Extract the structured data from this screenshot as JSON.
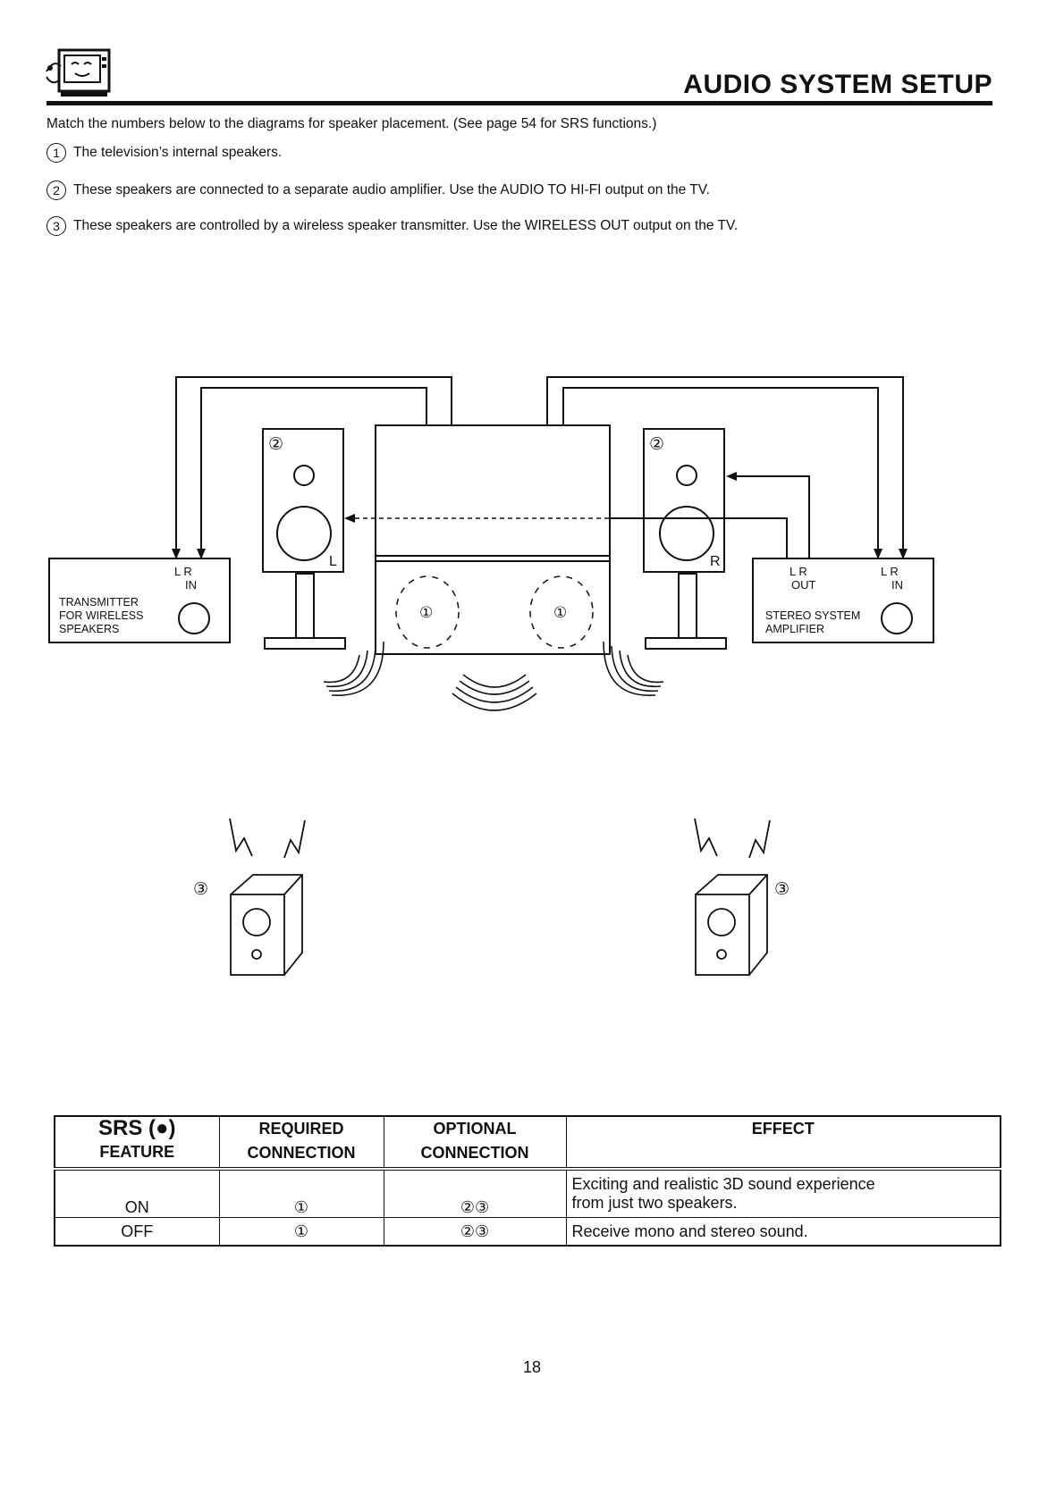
{
  "header": {
    "title": "AUDIO SYSTEM SETUP"
  },
  "intro": "Match the numbers below to the diagrams for speaker placement. (See page 54 for SRS functions.)",
  "items": [
    {
      "num": "1",
      "text": "The television’s internal speakers."
    },
    {
      "num": "2",
      "text": "These speakers are connected to a separate audio amplifier.  Use the AUDIO TO HI-FI output on the TV."
    },
    {
      "num": "3",
      "text": "These speakers are controlled by a wireless speaker transmitter.  Use the WIRELESS OUT output on the TV."
    }
  ],
  "diagram": {
    "transmitter": {
      "lr": "L  R",
      "in": "IN",
      "line1": "TRANSMITTER",
      "line2": "FOR WIRELESS",
      "line3": "SPEAKERS"
    },
    "amplifier": {
      "out_lr": "L  R",
      "out": "OUT",
      "in_lr": "L  R",
      "in": "IN",
      "line1": "STEREO SYSTEM",
      "line2": "AMPLIFIER"
    },
    "marker1": "①",
    "marker2": "②",
    "marker3": "③",
    "left_label": "L",
    "right_label": "R"
  },
  "table": {
    "headers": {
      "feature_logo": "SRS (●)",
      "feature": "FEATURE",
      "required_1": "REQUIRED",
      "required_2": "CONNECTION",
      "optional_1": "OPTIONAL",
      "optional_2": "CONNECTION",
      "effect": "EFFECT"
    },
    "rows": [
      {
        "feature": "ON",
        "required": "①",
        "optional": "②③",
        "effect_1": "Exciting and realistic 3D sound experience",
        "effect_2": "from just two speakers."
      },
      {
        "feature": "OFF",
        "required": "①",
        "optional": "②③",
        "effect_1": "Receive mono and stereo sound."
      }
    ]
  },
  "page_number": "18"
}
